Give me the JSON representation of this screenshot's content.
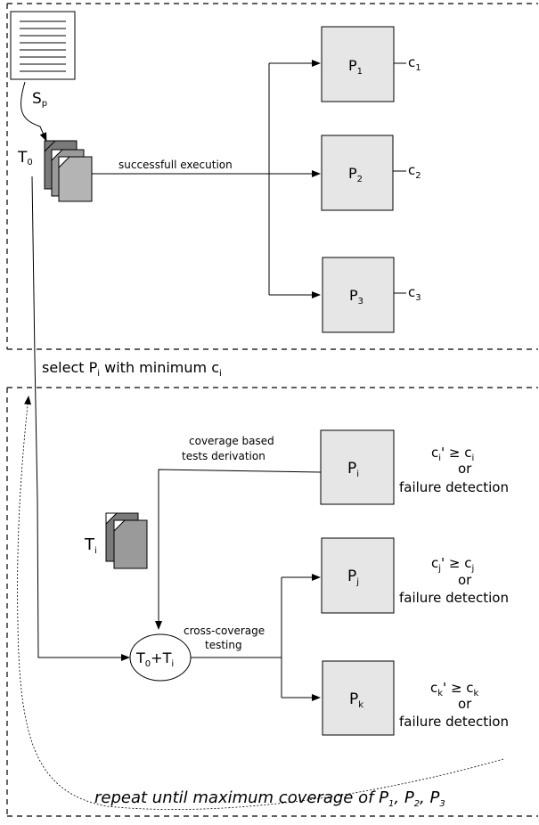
{
  "top": {
    "spec_label": "S",
    "spec_sub": "p",
    "t0_label": "T",
    "t0_sub": "0",
    "edge_label": "successfull execution",
    "programs": [
      {
        "label": "P",
        "sub": "1",
        "cov": "c",
        "cov_sub": "1"
      },
      {
        "label": "P",
        "sub": "2",
        "cov": "c",
        "cov_sub": "2"
      },
      {
        "label": "P",
        "sub": "3",
        "cov": "c",
        "cov_sub": "3"
      }
    ]
  },
  "selection": {
    "pre": "select P",
    "sub1": "i",
    "mid": " with minimum c",
    "sub2": "i"
  },
  "bottom": {
    "derivation_line1": "coverage based",
    "derivation_line2": "tests derivation",
    "ti_label": "T",
    "ti_sub": "i",
    "cross_line1": "cross-coverage",
    "cross_line2": "testing",
    "node_t0": "T",
    "node_t0_sub": "0",
    "node_plus": "+T",
    "node_ti_sub": "i",
    "programs": [
      {
        "label": "P",
        "sub": "i",
        "cond_c": "c",
        "cond_sub": "i",
        "cond_rest": "' ≥ c",
        "cond_sub2": "i",
        "or": "or",
        "failure": "failure detection"
      },
      {
        "label": "P",
        "sub": "j",
        "cond_c": "c",
        "cond_sub": "j",
        "cond_rest": "' ≥ c",
        "cond_sub2": "j",
        "or": "or",
        "failure": "failure detection"
      },
      {
        "label": "P",
        "sub": "k",
        "cond_c": "c",
        "cond_sub": "k",
        "cond_rest": "' ≥ c",
        "cond_sub2": "k",
        "or": "or",
        "failure": "failure detection"
      }
    ],
    "repeat_text": "repeat until maximum coverage of P",
    "repeat_sub1": "1",
    "repeat_sep1": ", P",
    "repeat_sub2": "2",
    "repeat_sep2": ", P",
    "repeat_sub3": "3"
  }
}
